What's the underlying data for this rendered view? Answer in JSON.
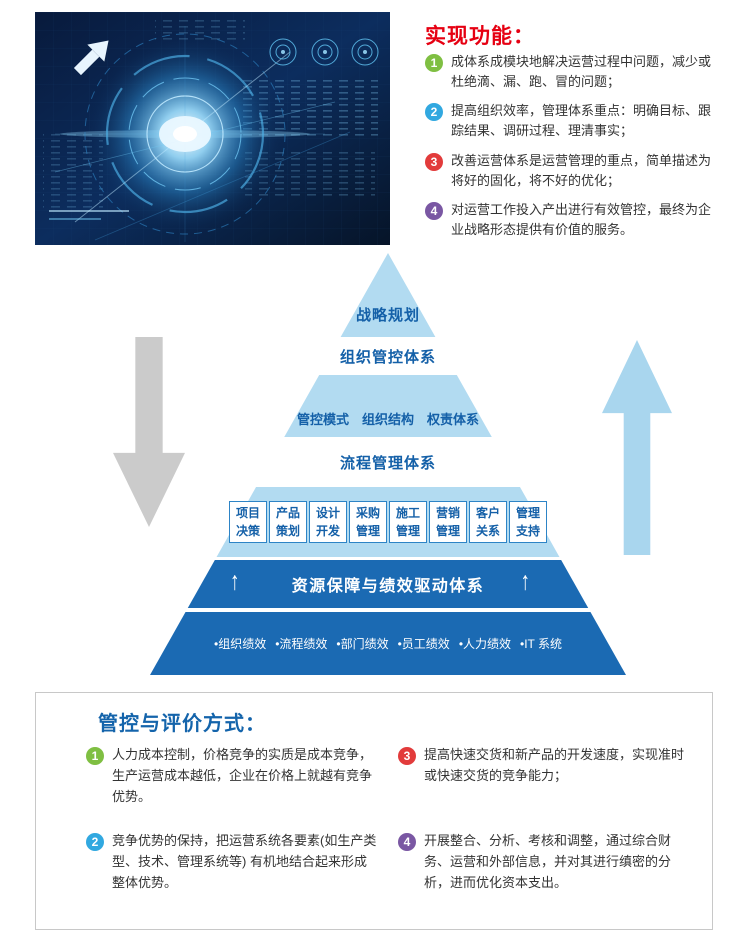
{
  "colors": {
    "title_red": "#e60012",
    "title_blue": "#1464ab",
    "pyramid_light_blue": "#b2dbf1",
    "pyramid_dark_blue": "#1b6ab3",
    "pyramid_text_blue": "#1460a8",
    "badge_green": "#7fbf42",
    "badge_blue": "#31a8e0",
    "badge_red": "#e23b3b",
    "badge_purple": "#7a57a3",
    "down_arrow_gray": "#cbcbcb",
    "up_arrow_light_blue": "#a9d6ee"
  },
  "features": {
    "title": "实现功能：",
    "items": [
      {
        "num": "1",
        "text": "成体系成模块地解决运营过程中问题，减少或杜绝滴、漏、跑、冒的问题；"
      },
      {
        "num": "2",
        "text": "提高组织效率，管理体系重点：明确目标、跟踪结果、调研过程、理清事实；"
      },
      {
        "num": "3",
        "text": "改善运营体系是运营管理的重点，简单描述为将好的固化，将不好的优化；"
      },
      {
        "num": "4",
        "text": "对运营工作投入产出进行有效管控，最终为企业战略形态提供有价值的服务。"
      }
    ]
  },
  "pyramid": {
    "level1": "战略规划",
    "level2": "组织管控体系",
    "level3": "管控模式　组织结构　权责体系",
    "level4": "流程管理体系",
    "process_boxes": [
      {
        "line1": "项目",
        "line2": "决策"
      },
      {
        "line1": "产品",
        "line2": "策划"
      },
      {
        "line1": "设计",
        "line2": "开发"
      },
      {
        "line1": "采购",
        "line2": "管理"
      },
      {
        "line1": "施工",
        "line2": "管理"
      },
      {
        "line1": "营销",
        "line2": "管理"
      },
      {
        "line1": "客户",
        "line2": "关系"
      },
      {
        "line1": "管理",
        "line2": "支持"
      }
    ],
    "level6": "资源保障与绩效驱动体系",
    "up_arrow_glyph": "↑",
    "bottom_items": [
      "•组织绩效",
      "•流程绩效",
      "•部门绩效",
      "•员工绩效",
      "•人力绩效",
      "•IT 系统"
    ]
  },
  "evaluation": {
    "title": "管控与评价方式：",
    "items": [
      {
        "num": "1",
        "text": "人力成本控制，价格竞争的实质是成本竞争，生产运营成本越低，企业在价格上就越有竞争优势。"
      },
      {
        "num": "2",
        "text": "竞争优势的保持，把运营系统各要素(如生产类型、技术、管理系统等) 有机地结合起来形成整体优势。"
      },
      {
        "num": "3",
        "text": "提高快速交货和新产品的开发速度，实现准时或快速交货的竞争能力；"
      },
      {
        "num": "4",
        "text": "开展整合、分析、考核和调整，通过综合财务、运营和外部信息，并对其进行缜密的分析，进而优化资本支出。"
      }
    ]
  }
}
